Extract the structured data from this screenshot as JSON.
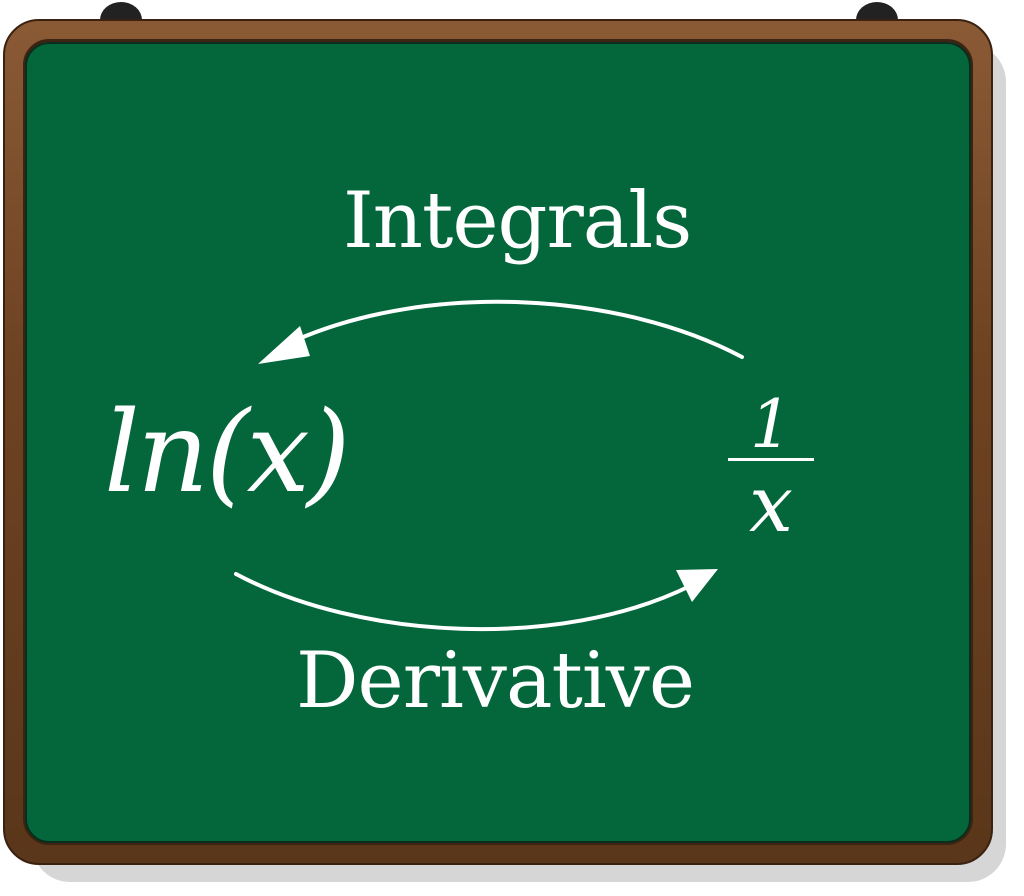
{
  "diagram": {
    "top_label": "Integrals",
    "bottom_label": "Derivative",
    "left_expression": "ln(x)",
    "right_fraction": {
      "numerator": "1",
      "denominator": "x"
    }
  },
  "colors": {
    "board": "#04673b",
    "frame": "#6e4322",
    "chalk": "#ffffff",
    "peg": "#222222"
  },
  "icons": {
    "arrow_top": "left-arrow-icon",
    "arrow_bottom": "right-arrow-icon"
  }
}
